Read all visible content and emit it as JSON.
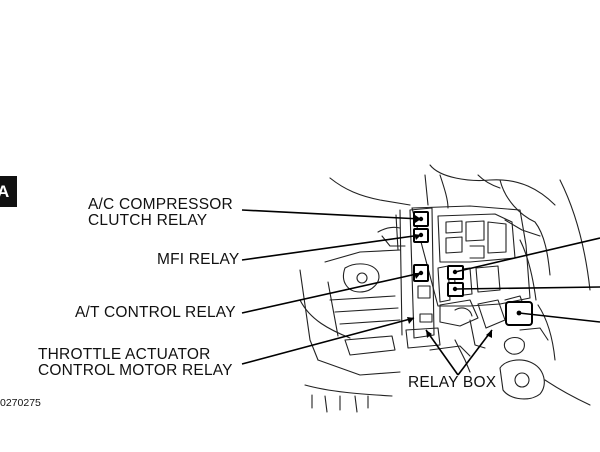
{
  "labels": {
    "ac_line1": "A/C COMPRESSOR",
    "ac_line2": "CLUTCH RELAY",
    "mfi": "MFI RELAY",
    "at": "A/T CONTROL RELAY",
    "throttle_line1": "THROTTLE ACTUATOR",
    "throttle_line2": "CONTROL MOTOR RELAY",
    "relay_box": "RELAY BOX"
  },
  "figure_code": "0270275",
  "tab_letter": "A"
}
